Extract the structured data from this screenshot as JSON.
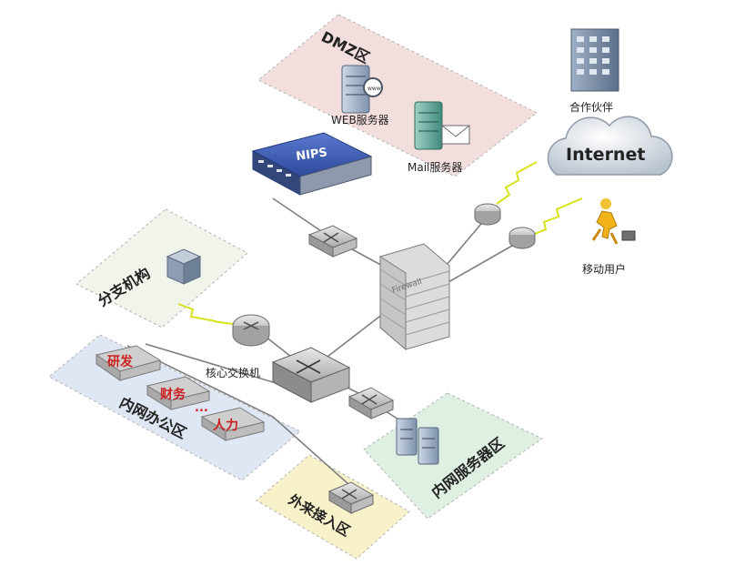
{
  "zones": {
    "dmz": "DMZ区",
    "branch": "分支机构",
    "office": "内网办公区",
    "server": "内网服务器区",
    "guest": "外来接入区"
  },
  "devices": {
    "web_server": "WEB服务器",
    "mail_server": "Mail服务器",
    "nips": "NIPS",
    "firewall": "Firewall",
    "core_switch": "核心交换机",
    "partner": "合作伙伴",
    "internet": "Internet",
    "mobile_user": "移动用户"
  },
  "departments": {
    "rd": "研发",
    "finance": "财务",
    "hr": "人力",
    "ellipsis": "..."
  },
  "colors": {
    "dmz_zone": "#f3dede",
    "branch_zone": "#f1f4ea",
    "office_zone": "#dfe6f4",
    "server_zone": "#dff0e3",
    "guest_zone": "#f7f2c9",
    "link": "#7f7f7f",
    "wan_link": "#d8e21a",
    "dept_text": "#cc1f1f"
  }
}
